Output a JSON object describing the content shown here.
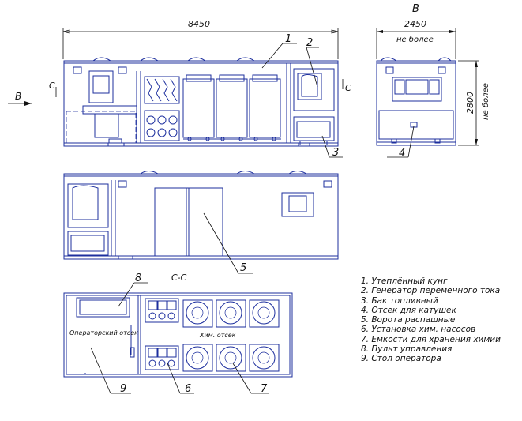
{
  "dimensions": {
    "length": "8450",
    "width": "2450",
    "height": "2800",
    "width_note": "не более",
    "height_note": "не более"
  },
  "view_labels": {
    "arrow_b": "В",
    "view_b": "В",
    "section_c_left": "С",
    "section_c_right": "С",
    "section_title": "С-С"
  },
  "compartments": {
    "operator": "Операторский отсек",
    "chem": "Хим. отсек"
  },
  "callouts": [
    "1",
    "2",
    "3",
    "4",
    "5",
    "6",
    "7",
    "8",
    "9"
  ],
  "legend": [
    "1. Утеплённый кунг",
    "2. Генератор переменного тока",
    "3. Бак топливный",
    "4. Отсек для катушек",
    "5. Ворота распашные",
    "6. Установка хим. насосов",
    "7. Емкости для хранения химии",
    "8. Пульт управления",
    "9. Стол оператора"
  ]
}
